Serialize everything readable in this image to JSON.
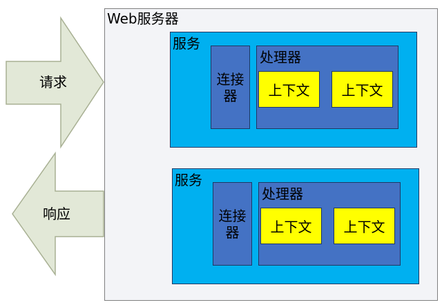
{
  "arrows": {
    "request": {
      "label": "请求",
      "fill": "#e2e8d7",
      "stroke": "#a8b093"
    },
    "response": {
      "label": "响应",
      "fill": "#e2e8d7",
      "stroke": "#a8b093"
    }
  },
  "web_server": {
    "title": "Web服务器",
    "fill": "#f3f4f7",
    "services": [
      {
        "title": "服务",
        "connector": "连接器",
        "processor": {
          "title": "处理器",
          "contexts": [
            "上下文",
            "上下文"
          ]
        }
      },
      {
        "title": "服务",
        "connector": "连接器",
        "processor": {
          "title": "处理器",
          "contexts": [
            "上下文",
            "上下文"
          ]
        }
      }
    ]
  },
  "colors": {
    "service": "#00b0f0",
    "processor": "#4472c4",
    "context": "#ffff00",
    "border": "#1f3864"
  }
}
